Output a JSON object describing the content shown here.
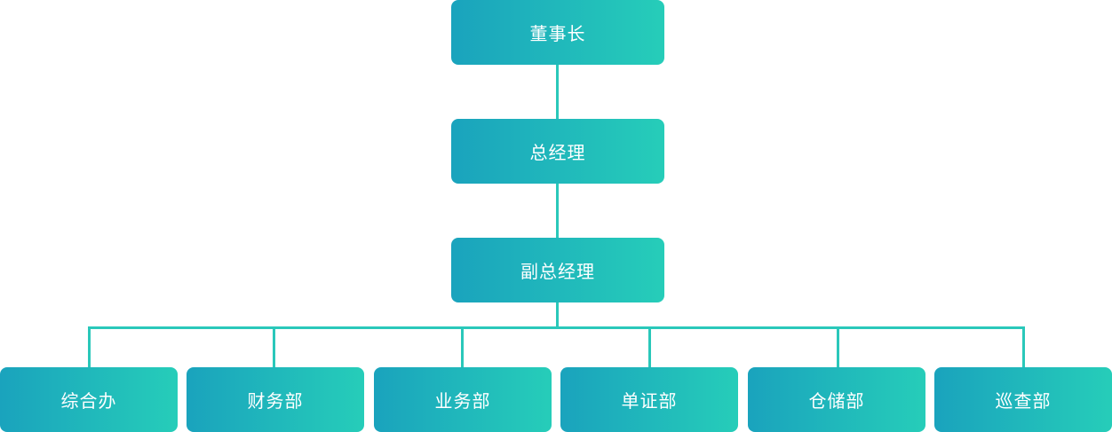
{
  "chart": {
    "levels": [
      {
        "label": "董事长"
      },
      {
        "label": "总经理"
      },
      {
        "label": "副总经理"
      }
    ],
    "departments": [
      {
        "label": "综合办"
      },
      {
        "label": "财务部"
      },
      {
        "label": "业务部"
      },
      {
        "label": "单证部"
      },
      {
        "label": "仓储部"
      },
      {
        "label": "巡查部"
      }
    ]
  },
  "colors": {
    "node_start": "#1aa3bd",
    "node_end": "#26cdb9",
    "connector": "#2ac8ba",
    "text": "#ffffff"
  }
}
